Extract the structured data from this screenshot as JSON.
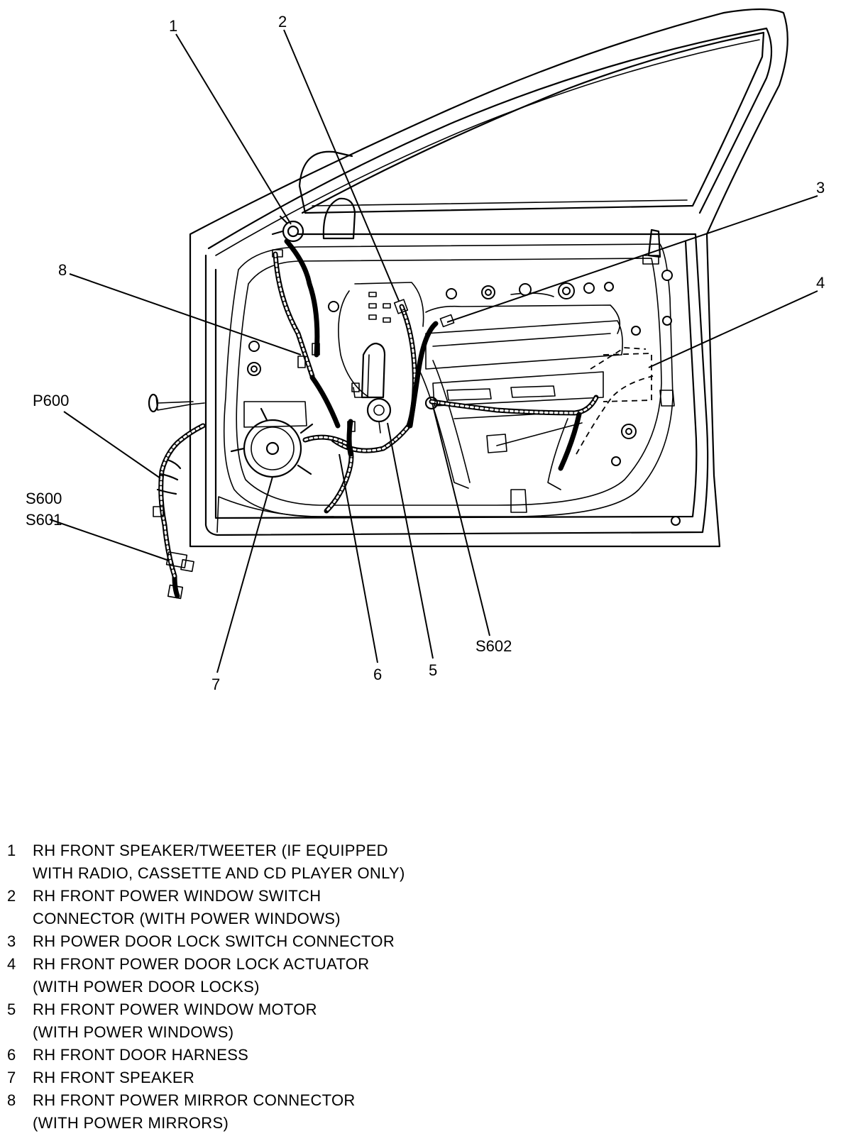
{
  "callouts": {
    "c1": "1",
    "c2": "2",
    "c3": "3",
    "c4": "4",
    "c5": "5",
    "c6": "6",
    "c7": "7",
    "c8": "8",
    "p600": "P600",
    "s600": "S600",
    "s601": "S601",
    "s602": "S602"
  },
  "legend": [
    {
      "number": "1",
      "lines": [
        "RH FRONT SPEAKER/TWEETER (IF EQUIPPED",
        "WITH RADIO, CASSETTE AND CD PLAYER ONLY)"
      ]
    },
    {
      "number": "2",
      "lines": [
        "RH FRONT POWER WINDOW SWITCH",
        "CONNECTOR (WITH POWER WINDOWS)"
      ]
    },
    {
      "number": "3",
      "lines": [
        "RH POWER DOOR LOCK SWITCH CONNECTOR"
      ]
    },
    {
      "number": "4",
      "lines": [
        "RH FRONT POWER DOOR LOCK ACTUATOR",
        "(WITH POWER DOOR LOCKS)"
      ]
    },
    {
      "number": "5",
      "lines": [
        "RH FRONT POWER WINDOW MOTOR",
        "(WITH POWER WINDOWS)"
      ]
    },
    {
      "number": "6",
      "lines": [
        "RH FRONT DOOR HARNESS"
      ]
    },
    {
      "number": "7",
      "lines": [
        "RH FRONT SPEAKER"
      ]
    },
    {
      "number": "8",
      "lines": [
        "RH FRONT POWER MIRROR CONNECTOR",
        "(WITH POWER MIRRORS)"
      ]
    }
  ]
}
